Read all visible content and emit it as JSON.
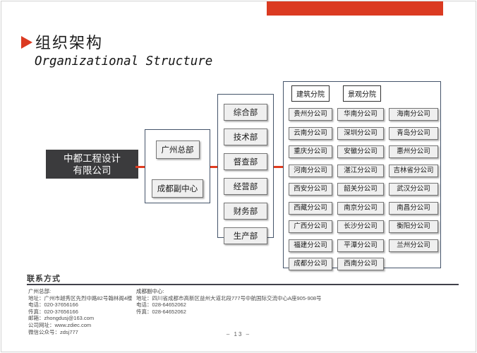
{
  "page": {
    "page_number": "–  13  –",
    "accent_color": "#db3a21",
    "container_border_color": "#44546a",
    "root_box_color": "#3b3b3d"
  },
  "header": {
    "title_cn": "组织架构",
    "title_en": "Organizational Structure"
  },
  "org_chart": {
    "root_line1": "中都工程设计",
    "root_line2": "有限公司",
    "headquarters": [
      "广州总部",
      "成都副中心"
    ],
    "departments": [
      "综合部",
      "技术部",
      "督查部",
      "经营部",
      "财务部",
      "生产部"
    ],
    "divisions": [
      "建筑分院",
      "景观分院"
    ],
    "branches": [
      "贵州分公司",
      "华南分公司",
      "海南分公司",
      "云南分公司",
      "深圳分公司",
      "青岛分公司",
      "重庆分公司",
      "安徽分公司",
      "惠州分公司",
      "河南分公司",
      "湛江分公司",
      "吉林省分公司",
      "西安分公司",
      "韶关分公司",
      "武汉分公司",
      "西藏分公司",
      "南京分公司",
      "南昌分公司",
      "广西分公司",
      "长沙分公司",
      "衡阳分公司",
      "福建分公司",
      "平潭分公司",
      "兰州分公司",
      "成都分公司",
      "西南分公司"
    ]
  },
  "contact": {
    "heading": "联系方式",
    "guangzhou": {
      "title": "广州总部:",
      "lines": [
        "地址：广州市越秀区先烈中路82号翰林阁4楼",
        "电话：020-37656166",
        "传真：020-37656166",
        "邮箱：zhongdusj@163.com",
        "公司网址：www.zdiec.com",
        "微信公众号：zdsj777"
      ]
    },
    "chengdu": {
      "title": "成都副中心:",
      "lines": [
        "地址：四川省成都市高新区益州大道北段777号中航国际交流中心A座905-908号",
        "电话：028-64652062",
        "传真：028-64652062"
      ]
    }
  }
}
